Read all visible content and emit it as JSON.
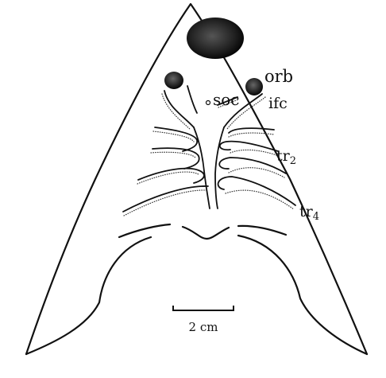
{
  "labels": {
    "orbit": "orb",
    "supraorbital_canal": "soc",
    "infraorbital_canal": "ifc",
    "transverse_canal_2": "tr",
    "transverse_canal_2_sub": "2",
    "transverse_canal_4": "tr",
    "transverse_canal_4_sub": "4"
  },
  "scale_bar": {
    "label": "2 cm"
  },
  "colors": {
    "ink": "#111111",
    "paper": "#ffffff"
  }
}
